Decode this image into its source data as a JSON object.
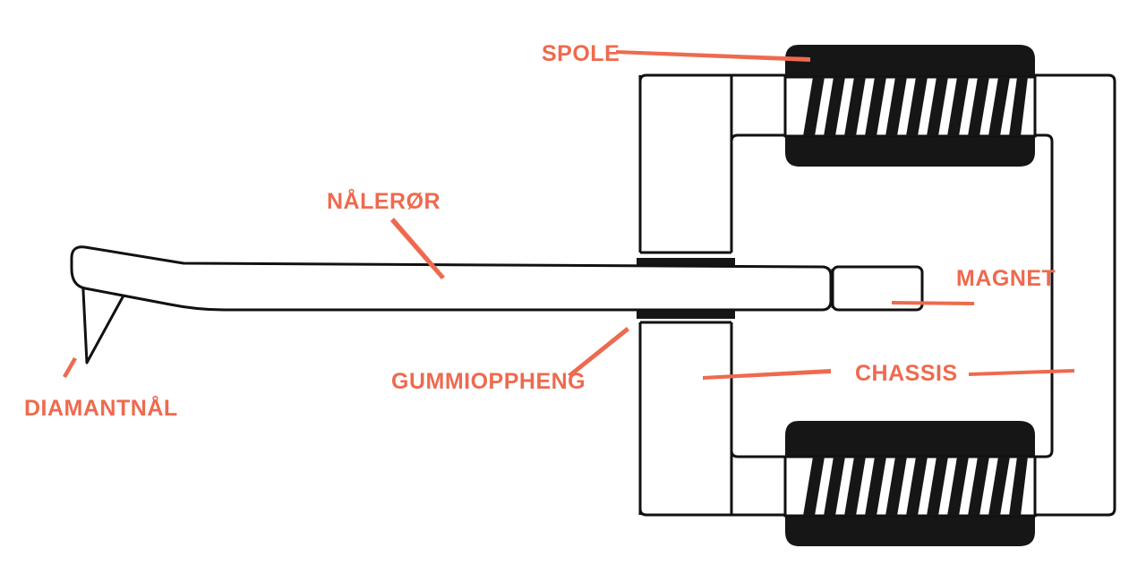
{
  "colors": {
    "line": "#111111",
    "fill": "#ffffff",
    "coil": "#161616",
    "accent": "#ee6a4f"
  },
  "labels": {
    "spole": "SPOLE",
    "nalerør": "NÅLERØR",
    "magnet": "MAGNET",
    "chassis": "CHASSIS",
    "gummioppheng": "GUMMIOPPHENG",
    "diamantnal": "DIAMANTNÅL"
  }
}
